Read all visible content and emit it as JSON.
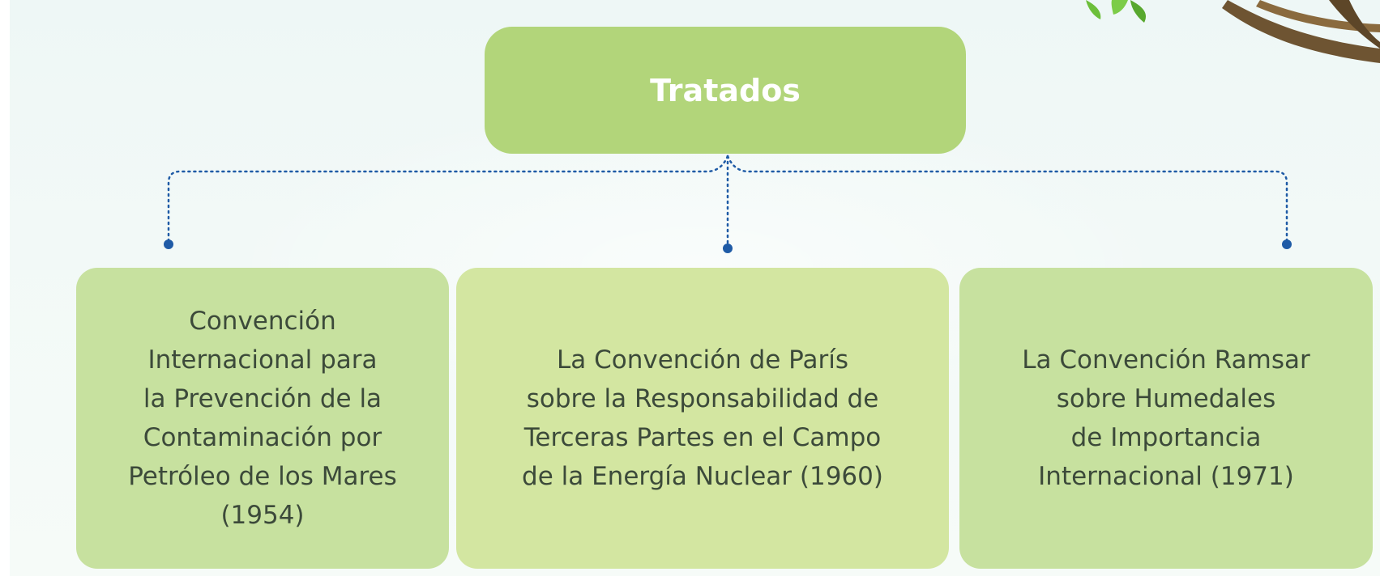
{
  "diagram": {
    "root": {
      "label": "Tratados"
    },
    "children": [
      {
        "label": "Convención\nInternacional para\nla Prevención de la\nContaminación por\nPetróleo de los Mares\n(1954)"
      },
      {
        "label": "La Convención de París\nsobre la Responsabilidad de\nTerceras Partes en el Campo\nde la Energía Nuclear (1960)"
      },
      {
        "label": "La Convención Ramsar\nsobre Humedales\nde Importancia\nInternacional (1971)"
      }
    ]
  },
  "colors": {
    "root_fill": "#b2d57a",
    "child_fill": "#c7e19f",
    "child_fill_center": "#d3e6a1",
    "connector": "#1f5ba6",
    "text": "#3c4a3a",
    "branch": "#6e5432",
    "leaf": "#6cbf3a"
  }
}
